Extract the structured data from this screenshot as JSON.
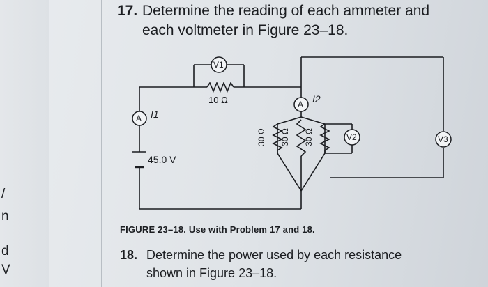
{
  "margin": {
    "letters": [
      "/",
      "n",
      "d",
      "V"
    ]
  },
  "problem17": {
    "number": "17.",
    "line1": "Determine the reading of each ammeter and",
    "line2": "each voltmeter in Figure 23–18."
  },
  "figure": {
    "meters": {
      "v1": "V1",
      "a1": "A",
      "a2": "A",
      "v2": "V2",
      "v3": "V3"
    },
    "meter_labels": {
      "i1": "I1",
      "i2": "I2"
    },
    "resistors": {
      "r_series": "10 Ω",
      "r_a": "30 Ω",
      "r_b": "30 Ω",
      "r_c": "30 Ω"
    },
    "source": "45.0 V",
    "caption": "FIGURE 23–18. Use with Problem 17 and 18."
  },
  "problem18": {
    "number": "18.",
    "line1": "Determine the power used by each resistance",
    "line2": "shown in Figure 23–18."
  },
  "colors": {
    "paper": "#e6e9ec",
    "ink": "#1b1d21",
    "meter_fill": "#f2f4f6"
  }
}
